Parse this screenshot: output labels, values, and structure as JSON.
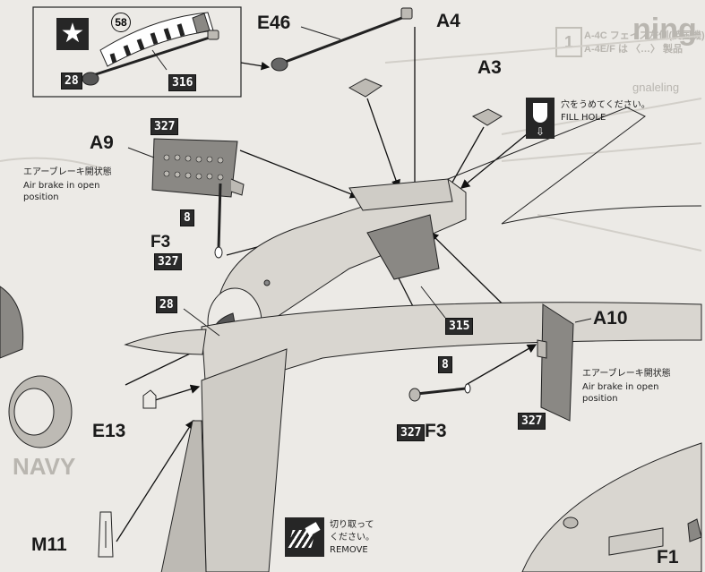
{
  "background_color": "#eceae6",
  "ink_color": "#1a1a1a",
  "part_badge_color": "#2b2b2b",
  "shade_color": "#8a8884",
  "inset": {
    "star_icon": "star-icon",
    "circled_code": "58",
    "badge_left": "28",
    "badge_right": "316"
  },
  "labels": {
    "e46": "E46",
    "a4": "A4",
    "a3": "A3",
    "a9": "A9",
    "f3_upper": "F3",
    "a10": "A10",
    "e13": "E13",
    "f3_lower": "F3",
    "m11": "M11",
    "f1": "F1"
  },
  "part_badges": {
    "a9_code": "327",
    "f3_upper_top": "8",
    "f3_upper_bottom": "327",
    "nose": "28",
    "bay": "315",
    "f3_lower_top": "8",
    "f3_lower_left": "327",
    "a10_code": "327"
  },
  "notes": {
    "fill_hole_jp": "穴をうめてください。",
    "fill_hole_en": "FILL HOLE",
    "airbrake_left_jp": "エアーブレーキ開状態",
    "airbrake_left_en1": "Air brake in open",
    "airbrake_left_en2": "position",
    "airbrake_right_jp": "エアーブレーキ開状態",
    "airbrake_right_en1": "Air brake in open",
    "airbrake_right_en2": "position",
    "remove_jp1": "切り取って",
    "remove_jp2": "ください。",
    "remove_en": "REMOVE"
  },
  "show_through": {
    "step_number": "1",
    "header_line1": "A-4C フェイス左側(英国機)",
    "header_line2": "A-4E/F は 〈…〉 製品",
    "title_fragment": "ning",
    "fragment_2": "gnaleling",
    "fragment_3": "NAVY"
  }
}
